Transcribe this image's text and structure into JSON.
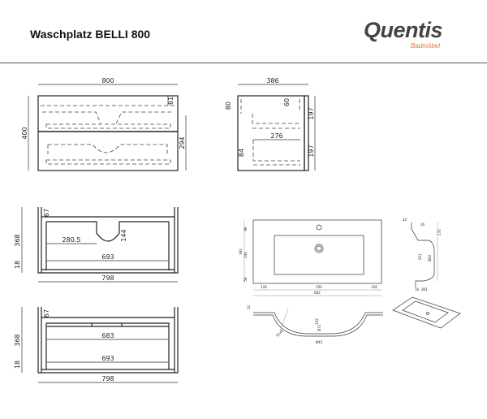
{
  "header": {
    "title": "Waschplatz BELLI 800",
    "logo": {
      "name": "Quentis",
      "sub": "Badmöbel",
      "accent_color": "#e8743b",
      "text_color": "#444444"
    }
  },
  "front_view": {
    "width": "800",
    "height": "400",
    "top_offset": "61",
    "drawer_height": "294"
  },
  "side_view": {
    "depth": "386",
    "top": "80",
    "inner_top": "60",
    "upper_drawer": "197",
    "lower_drawer": "197",
    "drawer_depth": "276",
    "drawer_inner": "84"
  },
  "upper_drawer_top": {
    "height": "368",
    "base": "18",
    "top_gap": "67",
    "cutout_offset": "280.5",
    "cutout_depth": "144",
    "inner_width": "693",
    "outer_width": "798"
  },
  "lower_drawer_top": {
    "height": "368",
    "base": "18",
    "top_gap": "67",
    "front_width": "683",
    "inner_width": "693",
    "outer_width": "798"
  },
  "basin_top": {
    "depth": "392",
    "front": "96",
    "bowl": "240",
    "rear": "56",
    "left": "126",
    "bowl_width": "550",
    "right": "126",
    "total_width": "802"
  },
  "basin_section": {
    "rim": "32",
    "bowl_depth": "152",
    "drain_inner": "Ø72",
    "drain": "Ø45",
    "radius": "R145"
  },
  "basin_side": {
    "top": "22",
    "lip": "26",
    "height": "170",
    "drain": "Ø40",
    "inner": "521",
    "bottom_a": "16",
    "bottom_b": "361"
  }
}
